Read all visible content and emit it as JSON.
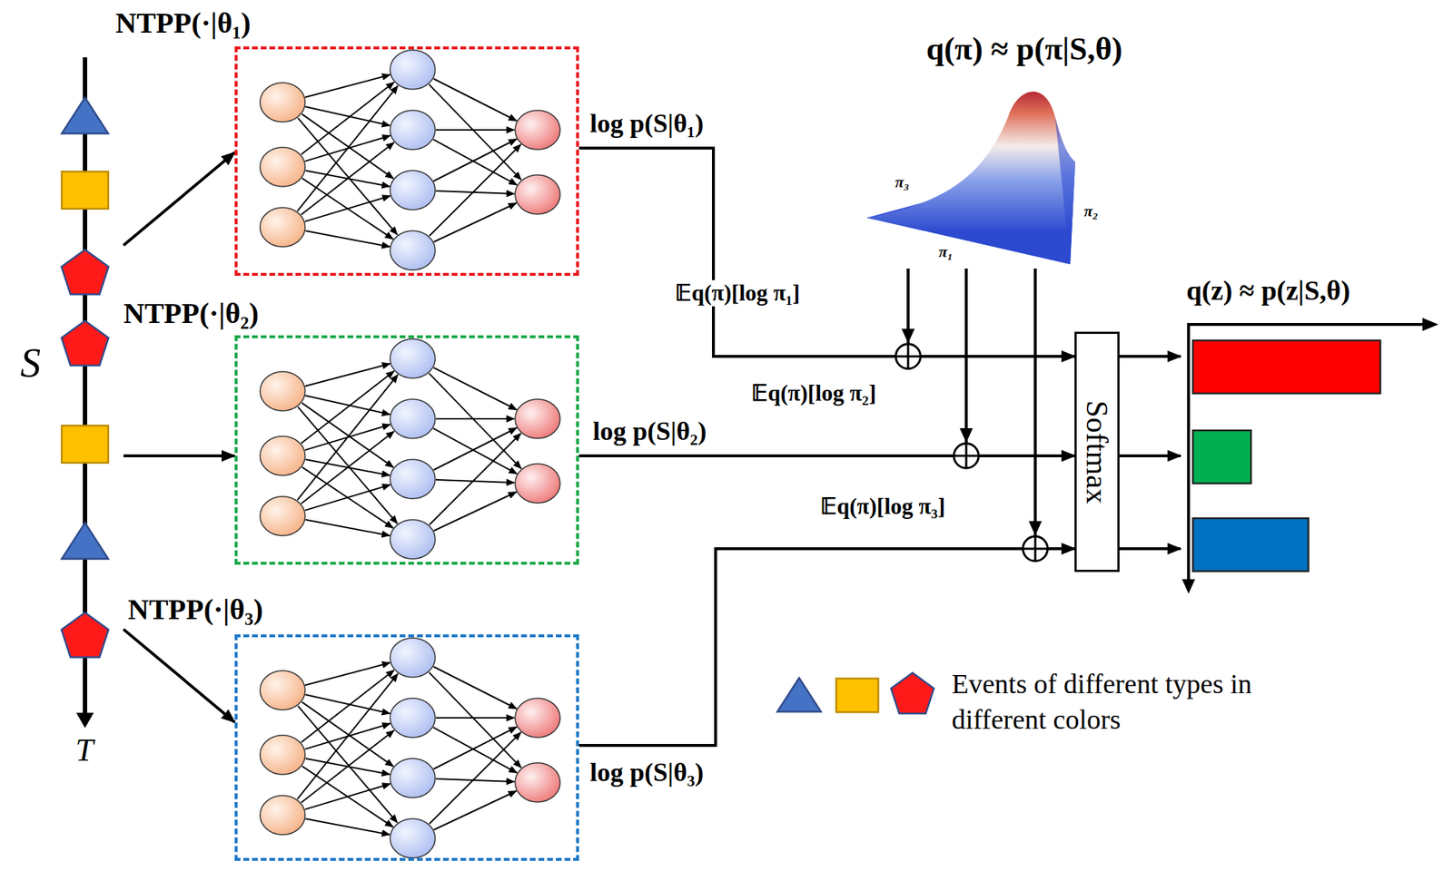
{
  "diagram": {
    "nodes": [
      {
        "text": [
          "S",
          "T"
        ]
      },
      {
        "text": [
          "NTPP(·|θ₁)"
        ]
      },
      {
        "text": [
          "NTPP(·|θ₂)"
        ]
      },
      {
        "text": [
          "NTPP(·|θ₃)"
        ]
      },
      {
        "text": [
          "q(π) ≈ p(π|S,θ)"
        ]
      },
      {
        "text": [
          "Softmax"
        ]
      },
      {
        "text": [
          "q(z) ≈ p(z|S,θ)"
        ]
      }
    ],
    "edges": [
      {
        "from": 0,
        "to": 1,
        "arrow": "to"
      },
      {
        "from": 0,
        "to": 2,
        "arrow": "to"
      },
      {
        "from": 0,
        "to": 3,
        "arrow": "to"
      },
      {
        "from": 1,
        "to": 5,
        "label": "log p(S|θ₁)",
        "arrow": "to"
      },
      {
        "from": 4,
        "to": 5,
        "label": "𝔼q(π)[log π₁]",
        "arrow": "to"
      },
      {
        "from": 2,
        "to": 5,
        "label": "log p(S|θ₂)",
        "arrow": "to"
      },
      {
        "from": 4,
        "to": 5,
        "label": "𝔼q(π)[log π₂]",
        "arrow": "to"
      },
      {
        "from": 3,
        "to": 5,
        "label": "log p(S|θ₃)",
        "arrow": "to"
      },
      {
        "from": 4,
        "to": 5,
        "label": "𝔼q(π)[log π₃]",
        "arrow": "to"
      },
      {
        "from": 5,
        "to": 6,
        "arrow": "to"
      },
      {
        "from": 5,
        "to": 6,
        "arrow": "to"
      },
      {
        "from": 5,
        "to": 6,
        "arrow": "to"
      }
    ],
    "labels": [
      "π₃",
      "π₁",
      "π₂"
    ],
    "legend": [
      {
        "text": "Events of different types in different colors"
      }
    ]
  }
}
